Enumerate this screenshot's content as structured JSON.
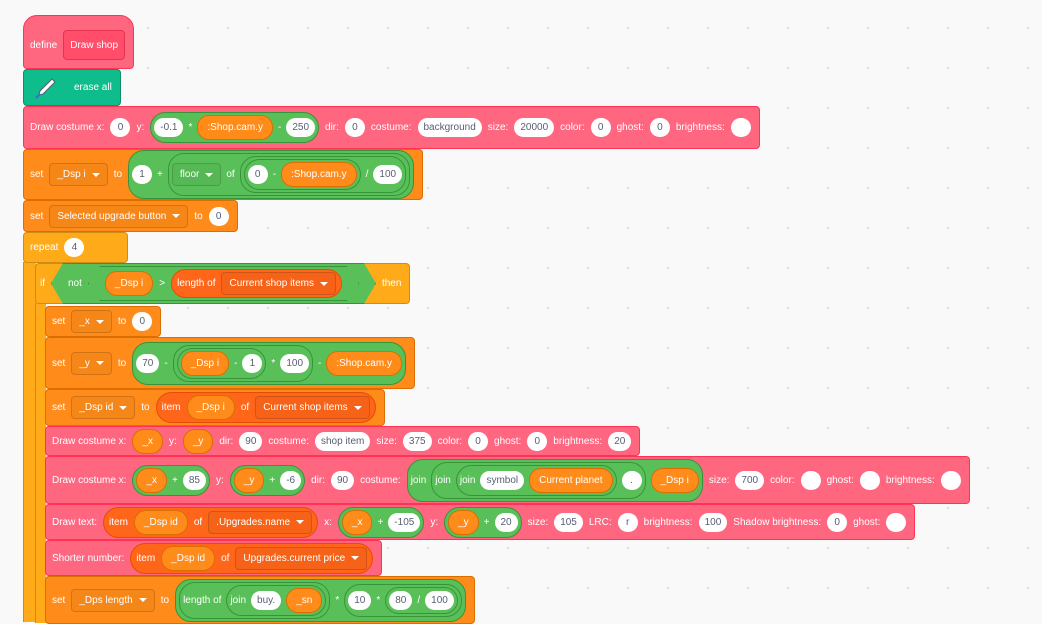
{
  "colors": {
    "looks": "#ff6680",
    "variables": "#ff8c1a",
    "control": "#ffab19",
    "operators": "#59c059",
    "lists": "#ff661a",
    "pen": "#0fbd8c"
  },
  "blocks": [
    {
      "name": "define-block",
      "cls": "pink",
      "tokens": [
        {
          "t": "L",
          "v": "define"
        },
        {
          "t": "C",
          "v": "Draw shop"
        }
      ]
    },
    {
      "name": "erase-all-block",
      "cls": "pen",
      "icon": "pen-icon",
      "tokens": [
        {
          "t": "L",
          "v": "erase all"
        }
      ]
    },
    {
      "name": "draw-costume-block",
      "cls": "pink",
      "tokens": [
        {
          "t": "L",
          "v": "Draw costume x:"
        },
        {
          "t": "N",
          "v": "0"
        },
        {
          "t": "L",
          "v": "y:"
        },
        {
          "t": "G",
          "items": [
            {
              "t": "N",
              "v": "-0.1"
            },
            {
              "t": "L",
              "v": "*"
            },
            {
              "t": "V",
              "v": ":Shop.cam.y"
            },
            {
              "t": "L",
              "v": "-"
            },
            {
              "t": "N",
              "v": "250"
            }
          ]
        },
        {
          "t": "L",
          "v": "dir:"
        },
        {
          "t": "N",
          "v": "0"
        },
        {
          "t": "L",
          "v": "costume:"
        },
        {
          "t": "N",
          "v": "background"
        },
        {
          "t": "L",
          "v": "size:"
        },
        {
          "t": "N",
          "v": "20000"
        },
        {
          "t": "L",
          "v": "color:"
        },
        {
          "t": "N",
          "v": "0"
        },
        {
          "t": "L",
          "v": "ghost:"
        },
        {
          "t": "N",
          "v": "0"
        },
        {
          "t": "L",
          "v": "brightness:"
        },
        {
          "t": "N",
          "v": ""
        }
      ]
    },
    {
      "name": "set-variable-block",
      "cls": "orange",
      "tokens": [
        {
          "t": "L",
          "v": "set"
        },
        {
          "t": "D",
          "v": "_Dsp i"
        },
        {
          "t": "L",
          "v": "to"
        },
        {
          "t": "G",
          "items": [
            {
              "t": "N",
              "v": "1"
            },
            {
              "t": "L",
              "v": "+"
            },
            {
              "t": "G",
              "items": [
                {
                  "t": "D",
                  "v": "floor"
                },
                {
                  "t": "L",
                  "v": "of"
                },
                {
                  "t": "G",
                  "items": [
                    {
                      "t": "G",
                      "items": [
                        {
                          "t": "N",
                          "v": "0"
                        },
                        {
                          "t": "L",
                          "v": "-"
                        },
                        {
                          "t": "V",
                          "v": ":Shop.cam.y"
                        }
                      ]
                    },
                    {
                      "t": "L",
                      "v": "/"
                    },
                    {
                      "t": "N",
                      "v": "100"
                    }
                  ]
                }
              ]
            }
          ]
        }
      ]
    },
    {
      "name": "set-variable-block",
      "cls": "orange",
      "tokens": [
        {
          "t": "L",
          "v": "set"
        },
        {
          "t": "D",
          "v": "Selected upgrade button"
        },
        {
          "t": "L",
          "v": "to"
        },
        {
          "t": "N",
          "v": "0"
        }
      ]
    },
    {
      "name": "repeat-block",
      "cls": "ctrl",
      "tokens": [
        {
          "t": "L",
          "v": "repeat"
        },
        {
          "t": "N",
          "v": "4"
        }
      ]
    },
    {
      "name": "if-block",
      "cls": "ctrl",
      "tokens": [
        {
          "t": "L",
          "v": "if"
        },
        {
          "t": "B",
          "items": [
            {
              "t": "L",
              "v": "not"
            },
            {
              "t": "B",
              "items": [
                {
                  "t": "V",
                  "v": "_Dsp i"
                },
                {
                  "t": "L",
                  "v": ">"
                },
                {
                  "t": "R",
                  "items": [
                    {
                      "t": "L",
                      "v": "length of"
                    },
                    {
                      "t": "D",
                      "v": "Current shop items"
                    }
                  ]
                }
              ]
            }
          ]
        },
        {
          "t": "L",
          "v": "then"
        }
      ]
    },
    {
      "name": "set-variable-block",
      "cls": "orange",
      "tokens": [
        {
          "t": "L",
          "v": "set"
        },
        {
          "t": "D",
          "v": "_x"
        },
        {
          "t": "L",
          "v": "to"
        },
        {
          "t": "N",
          "v": "0"
        }
      ]
    },
    {
      "name": "set-variable-block",
      "cls": "orange",
      "tokens": [
        {
          "t": "L",
          "v": "set"
        },
        {
          "t": "D",
          "v": "_y"
        },
        {
          "t": "L",
          "v": "to"
        },
        {
          "t": "G",
          "items": [
            {
              "t": "N",
              "v": "70"
            },
            {
              "t": "L",
              "v": "-"
            },
            {
              "t": "G",
              "items": [
                {
                  "t": "G",
                  "items": [
                    {
                      "t": "V",
                      "v": "_Dsp i"
                    },
                    {
                      "t": "L",
                      "v": "-"
                    },
                    {
                      "t": "N",
                      "v": "1"
                    }
                  ]
                },
                {
                  "t": "L",
                  "v": "*"
                },
                {
                  "t": "N",
                  "v": "100"
                }
              ]
            },
            {
              "t": "L",
              "v": "-"
            },
            {
              "t": "V",
              "v": ":Shop.cam.y"
            }
          ]
        }
      ]
    },
    {
      "name": "set-variable-block",
      "cls": "orange",
      "tokens": [
        {
          "t": "L",
          "v": "set"
        },
        {
          "t": "D",
          "v": "_Dsp id"
        },
        {
          "t": "L",
          "v": "to"
        },
        {
          "t": "R",
          "items": [
            {
              "t": "L",
              "v": "item"
            },
            {
              "t": "V",
              "v": "_Dsp i"
            },
            {
              "t": "L",
              "v": "of"
            },
            {
              "t": "D",
              "v": "Current shop items"
            }
          ]
        }
      ]
    },
    {
      "name": "draw-costume-block",
      "cls": "pink",
      "tokens": [
        {
          "t": "L",
          "v": "Draw costume x:"
        },
        {
          "t": "V",
          "v": "_x"
        },
        {
          "t": "L",
          "v": "y:"
        },
        {
          "t": "V",
          "v": "_y"
        },
        {
          "t": "L",
          "v": "dir:"
        },
        {
          "t": "N",
          "v": "90"
        },
        {
          "t": "L",
          "v": "costume:"
        },
        {
          "t": "N",
          "v": "shop item"
        },
        {
          "t": "L",
          "v": "size:"
        },
        {
          "t": "N",
          "v": "375"
        },
        {
          "t": "L",
          "v": "color:"
        },
        {
          "t": "N",
          "v": "0"
        },
        {
          "t": "L",
          "v": "ghost:"
        },
        {
          "t": "N",
          "v": "0"
        },
        {
          "t": "L",
          "v": "brightness:"
        },
        {
          "t": "N",
          "v": "20"
        }
      ]
    },
    {
      "name": "draw-costume-block",
      "cls": "pink",
      "tokens": [
        {
          "t": "L",
          "v": "Draw costume x:"
        },
        {
          "t": "G",
          "items": [
            {
              "t": "V",
              "v": "_x"
            },
            {
              "t": "L",
              "v": "+"
            },
            {
              "t": "N",
              "v": "85"
            }
          ]
        },
        {
          "t": "L",
          "v": "y:"
        },
        {
          "t": "G",
          "items": [
            {
              "t": "V",
              "v": "_y"
            },
            {
              "t": "L",
              "v": "+"
            },
            {
              "t": "N",
              "v": "-6"
            }
          ]
        },
        {
          "t": "L",
          "v": "dir:"
        },
        {
          "t": "N",
          "v": "90"
        },
        {
          "t": "L",
          "v": "costume:"
        },
        {
          "t": "G",
          "items": [
            {
              "t": "L",
              "v": "join"
            },
            {
              "t": "G",
              "items": [
                {
                  "t": "L",
                  "v": "join"
                },
                {
                  "t": "G",
                  "items": [
                    {
                      "t": "L",
                      "v": "join"
                    },
                    {
                      "t": "N",
                      "v": "symbol"
                    },
                    {
                      "t": "V",
                      "v": "Current planet"
                    }
                  ]
                },
                {
                  "t": "N",
                  "v": "."
                }
              ]
            },
            {
              "t": "V",
              "v": "_Dsp i"
            }
          ]
        },
        {
          "t": "L",
          "v": "size:"
        },
        {
          "t": "N",
          "v": "700"
        },
        {
          "t": "L",
          "v": "color:"
        },
        {
          "t": "N",
          "v": ""
        },
        {
          "t": "L",
          "v": "ghost:"
        },
        {
          "t": "N",
          "v": ""
        },
        {
          "t": "L",
          "v": "brightness:"
        },
        {
          "t": "N",
          "v": ""
        }
      ]
    },
    {
      "name": "draw-text-block",
      "cls": "pink",
      "tokens": [
        {
          "t": "L",
          "v": "Draw text:"
        },
        {
          "t": "R",
          "items": [
            {
              "t": "L",
              "v": "item"
            },
            {
              "t": "V",
              "v": "_Dsp id"
            },
            {
              "t": "L",
              "v": "of"
            },
            {
              "t": "D",
              "v": ".Upgrades.name"
            }
          ]
        },
        {
          "t": "L",
          "v": "x:"
        },
        {
          "t": "G",
          "items": [
            {
              "t": "V",
              "v": "_x"
            },
            {
              "t": "L",
              "v": "+"
            },
            {
              "t": "N",
              "v": "-105"
            }
          ]
        },
        {
          "t": "L",
          "v": "y:"
        },
        {
          "t": "G",
          "items": [
            {
              "t": "V",
              "v": "_y"
            },
            {
              "t": "L",
              "v": "+"
            },
            {
              "t": "N",
              "v": "20"
            }
          ]
        },
        {
          "t": "L",
          "v": "size:"
        },
        {
          "t": "N",
          "v": "105"
        },
        {
          "t": "L",
          "v": "LRC:"
        },
        {
          "t": "N",
          "v": "r"
        },
        {
          "t": "L",
          "v": "brightness:"
        },
        {
          "t": "N",
          "v": "100"
        },
        {
          "t": "L",
          "v": "Shadow brightness:"
        },
        {
          "t": "N",
          "v": "0"
        },
        {
          "t": "L",
          "v": "ghost:"
        },
        {
          "t": "N",
          "v": ""
        }
      ]
    },
    {
      "name": "shorter-number-block",
      "cls": "pink",
      "tokens": [
        {
          "t": "L",
          "v": "Shorter number:"
        },
        {
          "t": "R",
          "items": [
            {
              "t": "L",
              "v": "item"
            },
            {
              "t": "V",
              "v": "_Dsp id"
            },
            {
              "t": "L",
              "v": "of"
            },
            {
              "t": "D",
              "v": "Upgrades.current price"
            }
          ]
        }
      ]
    },
    {
      "name": "set-variable-block",
      "cls": "orange",
      "tokens": [
        {
          "t": "L",
          "v": "set"
        },
        {
          "t": "D",
          "v": "_Dps length"
        },
        {
          "t": "L",
          "v": "to"
        },
        {
          "t": "G",
          "items": [
            {
              "t": "G",
              "items": [
                {
                  "t": "L",
                  "v": "length of"
                },
                {
                  "t": "G",
                  "items": [
                    {
                      "t": "L",
                      "v": "join"
                    },
                    {
                      "t": "N",
                      "v": "buy."
                    },
                    {
                      "t": "V",
                      "v": "_sn"
                    }
                  ]
                }
              ]
            },
            {
              "t": "L",
              "v": "*"
            },
            {
              "t": "G",
              "items": [
                {
                  "t": "N",
                  "v": "10"
                },
                {
                  "t": "L",
                  "v": "*"
                },
                {
                  "t": "G",
                  "items": [
                    {
                      "t": "N",
                      "v": "80"
                    },
                    {
                      "t": "L",
                      "v": "/"
                    },
                    {
                      "t": "N",
                      "v": "100"
                    }
                  ]
                }
              ]
            }
          ]
        }
      ]
    }
  ]
}
